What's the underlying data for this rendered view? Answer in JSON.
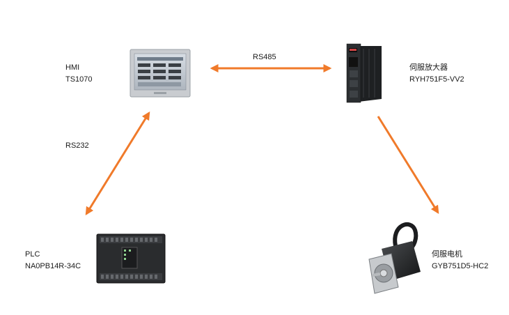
{
  "devices": {
    "hmi": {
      "name": "HMI",
      "model": "TS1070"
    },
    "servo_amplifier": {
      "name": "伺服放大器",
      "model": "RYH751F5-VV2"
    },
    "plc": {
      "name": "PLC",
      "model": "NA0PB14R-34C"
    },
    "servo_motor": {
      "name": "伺服电机",
      "model": "GYB751D5-HC2"
    }
  },
  "connections": {
    "hmi_amp": {
      "label": "RS485",
      "direction": "bidirectional"
    },
    "hmi_plc": {
      "label": "RS232",
      "direction": "bidirectional"
    },
    "amp_motor": {
      "label": "",
      "direction": "to-motor"
    }
  },
  "colors": {
    "arrow": "#f07a2a",
    "device_dark": "#2a2c2e",
    "hmi_frame": "#c9ccd0"
  }
}
